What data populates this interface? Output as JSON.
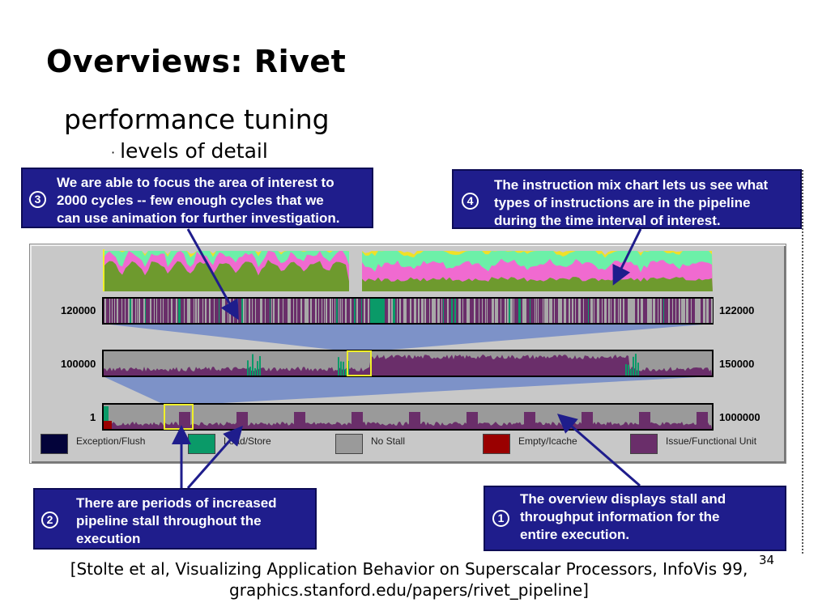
{
  "slide": {
    "title": "Overviews: Rivet",
    "subtitle": "performance tuning",
    "bullet": "levels of detail",
    "citation_line1": "[Stolte et al, Visualizing Application Behavior on Superscalar Processors, InfoVis 99,",
    "citation_line2": "graphics.stanford.edu/papers/rivet_pipeline]",
    "page_number": "34"
  },
  "callouts": [
    {
      "number": "3",
      "lines": [
        "We are able to focus the area of interest to",
        "2000 cycles -- few enough cycles that we",
        "can use animation for further investigation."
      ]
    },
    {
      "number": "4",
      "lines": [
        "The instruction mix chart lets us see what",
        "types of instructions are in the pipeline",
        "during the time interval of interest."
      ]
    },
    {
      "number": "2",
      "lines": [
        "There are periods of increased",
        "pipeline stall throughout the",
        "execution"
      ]
    },
    {
      "number": "1",
      "lines": [
        "The overview displays stall and",
        "throughput information for the",
        "entire execution."
      ]
    }
  ],
  "timelines": {
    "top": {
      "left": "120000",
      "right": "122000"
    },
    "middle": {
      "left": "100000",
      "right": "150000"
    },
    "bottom": {
      "left": "1",
      "right": "1000000"
    }
  },
  "legend": [
    {
      "label": "Exception/Flush",
      "color": "#03033a"
    },
    {
      "label": "Load/Store",
      "color": "#0a9a68"
    },
    {
      "label": "No Stall",
      "color": "#9a9a9a"
    },
    {
      "label": "Empty/Icache",
      "color": "#9a0000"
    },
    {
      "label": "Issue/Functional Unit",
      "color": "#6a2e6a"
    }
  ],
  "colors": {
    "callout_bg": "#1f1d8c",
    "mix_green": "#6e9a2e",
    "mix_pink": "#f06ad0",
    "mix_mint": "#6cf0a8",
    "mix_yellow": "#f0e028",
    "highlight": "#f0f028",
    "zoom_band": "#7088c8"
  }
}
